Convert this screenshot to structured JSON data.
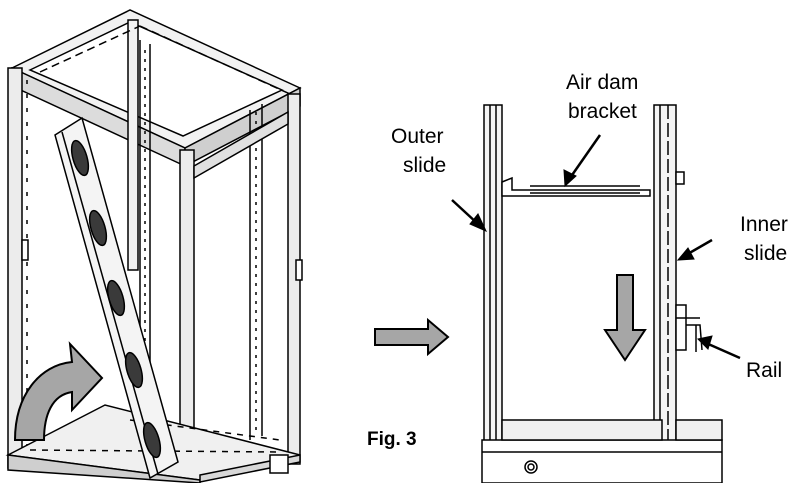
{
  "labels": {
    "air_dam_line1": "Air dam",
    "air_dam_line2": "bracket",
    "outer_line1": "Outer",
    "outer_line2": "slide",
    "inner_line1": "Inner",
    "inner_line2": "slide",
    "rail": "Rail",
    "figure_caption": "Fig. 3"
  },
  "colors": {
    "arrow_fill": "#a6a6a6",
    "line": "#000000",
    "panel_shade": "#e6e6e6"
  }
}
